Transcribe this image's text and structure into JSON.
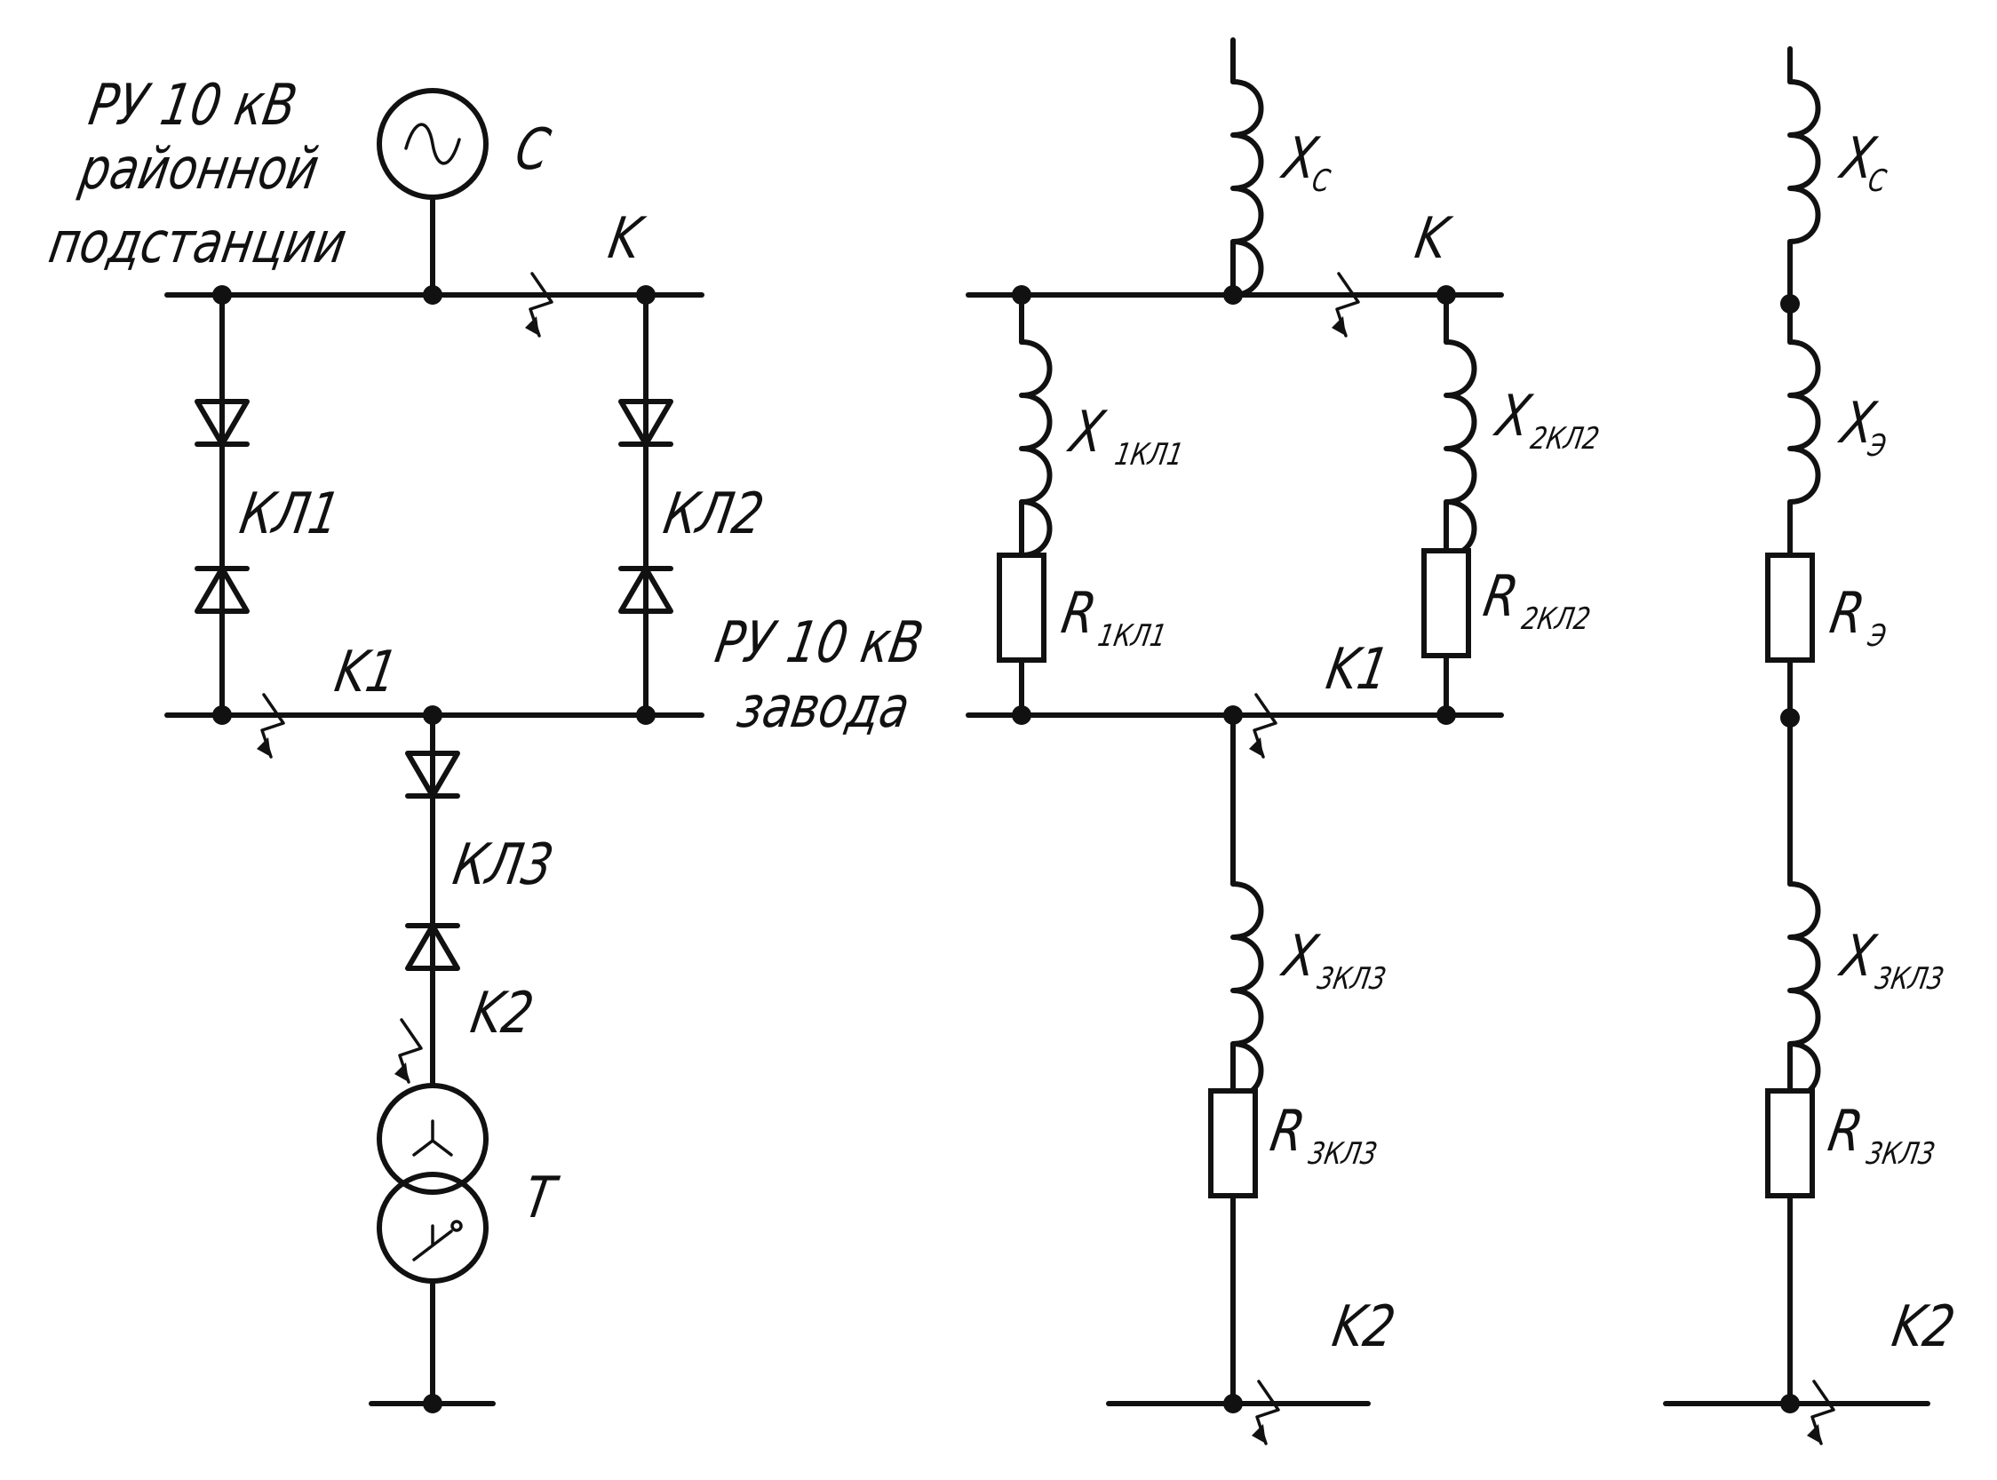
{
  "scheme1": {
    "ru_substation": [
      "РУ 10 кВ",
      "районной",
      "подстанции"
    ],
    "source": "С",
    "k": "K",
    "kl1": "КЛ1",
    "kl2": "КЛ2",
    "ru_plant": [
      "РУ 10 кВ",
      "завода"
    ],
    "k1": "K1",
    "kl3": "КЛ3",
    "k2": "K2",
    "transformer": "Т"
  },
  "scheme2": {
    "xc": {
      "main": "X",
      "sub": "С"
    },
    "k": "K",
    "x1": {
      "main": "X",
      "sub": "1КЛ1"
    },
    "x2": {
      "main": "X",
      "sub": "2КЛ2"
    },
    "r1": {
      "main": "R",
      "sub": "1КЛ1"
    },
    "r2": {
      "main": "R",
      "sub": "2КЛ2"
    },
    "k1": "K1",
    "x3": {
      "main": "X",
      "sub": "3КЛ3"
    },
    "r3": {
      "main": "R",
      "sub": "3КЛ3"
    },
    "k2": "K2"
  },
  "scheme3": {
    "xc": {
      "main": "X",
      "sub": "С"
    },
    "xe": {
      "main": "X",
      "sub": "Э"
    },
    "re": {
      "main": "R",
      "sub": "Э"
    },
    "x3": {
      "main": "X",
      "sub": "3КЛ3"
    },
    "r3": {
      "main": "R",
      "sub": "3КЛ3"
    },
    "k2": "K2"
  }
}
